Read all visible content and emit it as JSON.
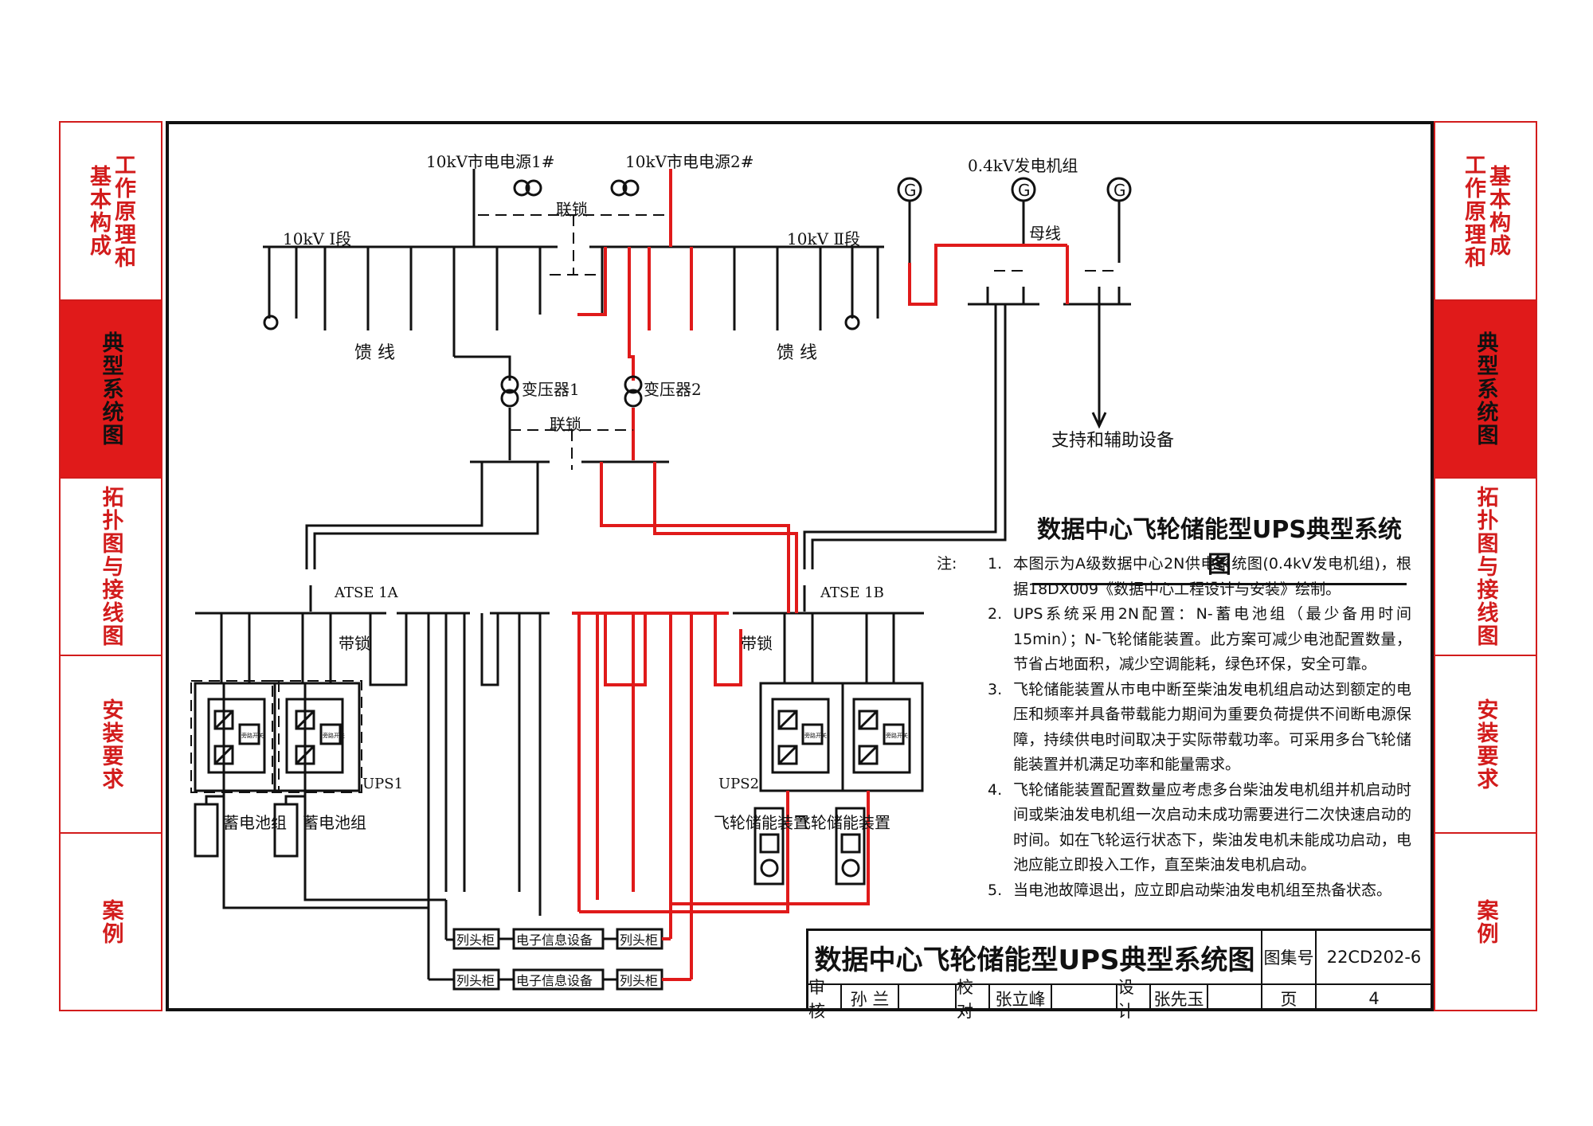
{
  "side_tabs_left": [
    {
      "label": "基本构成"
    },
    {
      "label": "工作原理和"
    },
    {
      "label": "典型系统图"
    },
    {
      "label": "拓扑图与接线图"
    },
    {
      "label": "安装要求"
    },
    {
      "label": "案例"
    }
  ],
  "side_tabs_right": [
    {
      "label": "工作原理和"
    },
    {
      "label": "基本构成"
    },
    {
      "label": "典型系统图"
    },
    {
      "label": "拓扑图与接线图"
    },
    {
      "label": "安装要求"
    },
    {
      "label": "案例"
    }
  ],
  "diagram": {
    "source1": "10kV市电电源1#",
    "source2": "10kV市电电源2#",
    "interlock": "联锁",
    "bus1": "10kV Ⅰ段",
    "bus2": "10kV Ⅱ段",
    "feeder": "馈 线",
    "transformer1": "变压器1",
    "transformer2": "变压器2",
    "gen_group": "0.4kV发电机组",
    "gen_symbol": "G",
    "busbar": "母线",
    "aux": "支持和辅助设备",
    "atse1a": "ATSE 1A",
    "atse1b": "ATSE 1B",
    "with_lock": "带锁",
    "ups1": "UPS1",
    "ups2": "UPS2",
    "battery": "蓄电池组",
    "flywheel": "飞轮储能装置",
    "bypass": "旁路开关",
    "rack_head": "列头柜",
    "it_equipment": "电子信息设备"
  },
  "title_heading": "数据中心飞轮储能型UPS典型系统图",
  "notes": {
    "label": "注:",
    "items": [
      {
        "num": "1.",
        "text": "本图示为A级数据中心2N供电系统图(0.4kV发电机组)，根据18DX009《数据中心工程设计与安装》绘制。"
      },
      {
        "num": "2.",
        "text": "UPS系统采用2N配置：N-蓄电池组（最少备用时间15min）；N-飞轮储能装置。此方案可减少电池配置数量，节省占地面积，减少空调能耗，绿色环保，安全可靠。"
      },
      {
        "num": "3.",
        "text": "飞轮储能装置从市电中断至柴油发电机组启动达到额定的电压和频率并具备带载能力期间为重要负荷提供不间断电源保障，持续供电时间取决于实际带载功率。可采用多台飞轮储能装置并机满足功率和能量需求。"
      },
      {
        "num": "4.",
        "text": "飞轮储能装置配置数量应考虑多台柴油发电机组并机启动时间或柴油发电机组一次启动未成功需要进行二次快速启动的时间。如在飞轮运行状态下，柴油发电机未能成功启动，电池应能立即投入工作，直至柴油发电机启动。"
      },
      {
        "num": "5.",
        "text": "当电池故障退出，应立即启动柴油发电机组至热备状态。"
      }
    ]
  },
  "title_block": {
    "title": "数据中心飞轮储能型UPS典型系统图",
    "atlas_label": "图集号",
    "atlas_no": "22CD202-6",
    "review_label": "审核",
    "reviewer": "孙 兰",
    "check_label": "校对",
    "checker": "张立峰",
    "design_label": "设计",
    "designer": "张先玉",
    "page_label": "页",
    "page_no": "4"
  },
  "colors": {
    "red": "#e01a1a",
    "line": "#111111"
  }
}
